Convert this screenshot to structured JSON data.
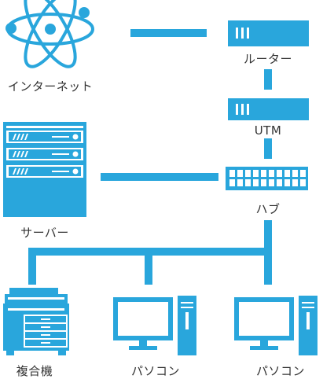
{
  "colors": {
    "accent": "#29a6dc",
    "ink": "#333333",
    "background": "#ffffff"
  },
  "nodes": [
    {
      "id": "internet",
      "label": "インターネット",
      "icon": "atom-icon"
    },
    {
      "id": "router",
      "label": "ルーター",
      "icon": "router-icon"
    },
    {
      "id": "utm",
      "label": "UTM",
      "icon": "utm-icon"
    },
    {
      "id": "server",
      "label": "サーバー",
      "icon": "server-rack-icon"
    },
    {
      "id": "hub",
      "label": "ハブ",
      "icon": "switch-hub-icon"
    },
    {
      "id": "mfp",
      "label": "複合機",
      "icon": "multifunction-printer-icon"
    },
    {
      "id": "pc1",
      "label": "パソコン",
      "icon": "desktop-pc-icon"
    },
    {
      "id": "pc2",
      "label": "パソコン",
      "icon": "desktop-pc-icon"
    }
  ]
}
